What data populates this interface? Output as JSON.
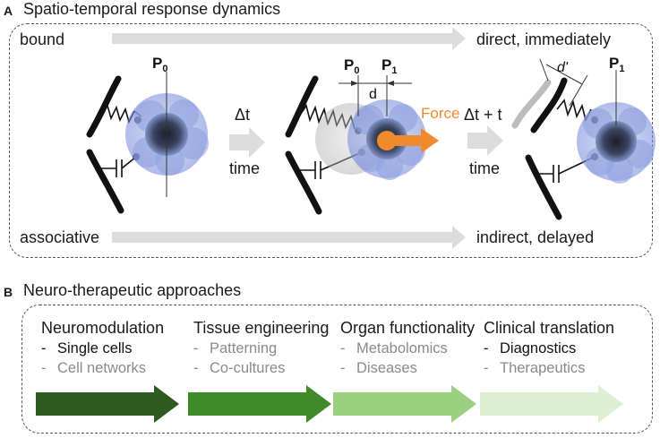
{
  "panel_a": {
    "letter": "A",
    "title": "Spatio-temporal response dynamics",
    "left_top": "bound",
    "right_top": "direct, immediately",
    "left_bottom": "associative",
    "right_bottom": "indirect, delayed",
    "step1_top": "Δt",
    "step1_bottom": "time",
    "step2_top": "Δt + t",
    "step2_bottom": "time",
    "p0": "P",
    "p0_sub": "0",
    "p1": "P",
    "p1_sub": "1",
    "distance": "d",
    "deformation": "d'",
    "force": "Force",
    "colors": {
      "force": "#f08a2c",
      "cell": "#6f86d6",
      "arrow_gray": "#d9d9d9"
    }
  },
  "panel_b": {
    "letter": "B",
    "title": "Neuro-therapeutic approaches",
    "columns": [
      {
        "title": "Neuromodulation",
        "items": [
          {
            "text": "Single cells",
            "active": true
          },
          {
            "text": "Cell networks",
            "active": false
          }
        ],
        "color": "#2f5a1f"
      },
      {
        "title": "Tissue engineering",
        "items": [
          {
            "text": "Patterning",
            "active": false
          },
          {
            "text": "Co-cultures",
            "active": false
          }
        ],
        "color": "#3f8b2b"
      },
      {
        "title": "Organ functionality",
        "items": [
          {
            "text": "Metabolomics",
            "active": false
          },
          {
            "text": "Diseases",
            "active": false
          }
        ],
        "color": "#9bd080"
      },
      {
        "title": "Clinical translation",
        "items": [
          {
            "text": "Diagnostics",
            "active": true
          },
          {
            "text": "Therapeutics",
            "active": false
          }
        ],
        "color": "#dcefd2"
      }
    ],
    "dash": "-"
  }
}
